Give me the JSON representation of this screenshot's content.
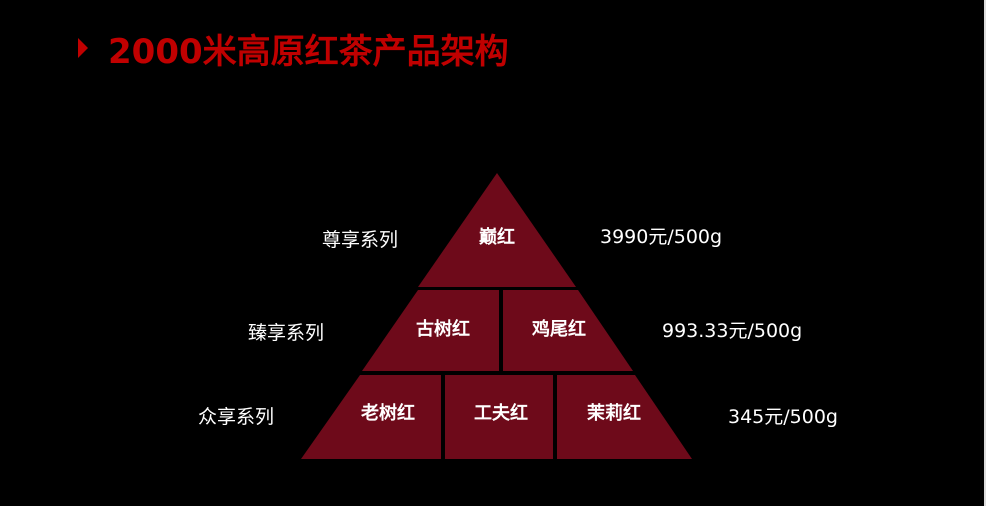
{
  "title": "2000米高原红茶产品架构",
  "colors": {
    "accent": "#c00000",
    "tier": "#6e0a1a"
  },
  "tiers": [
    {
      "series": "尊享系列",
      "price": "3990元/500g",
      "products": [
        "巅红"
      ]
    },
    {
      "series": "臻享系列",
      "price": "993.33元/500g",
      "products": [
        "古树红",
        "鸡尾红"
      ]
    },
    {
      "series": "众享系列",
      "price": "345元/500g",
      "products": [
        "老树红",
        "工夫红",
        "茉莉红"
      ]
    }
  ]
}
